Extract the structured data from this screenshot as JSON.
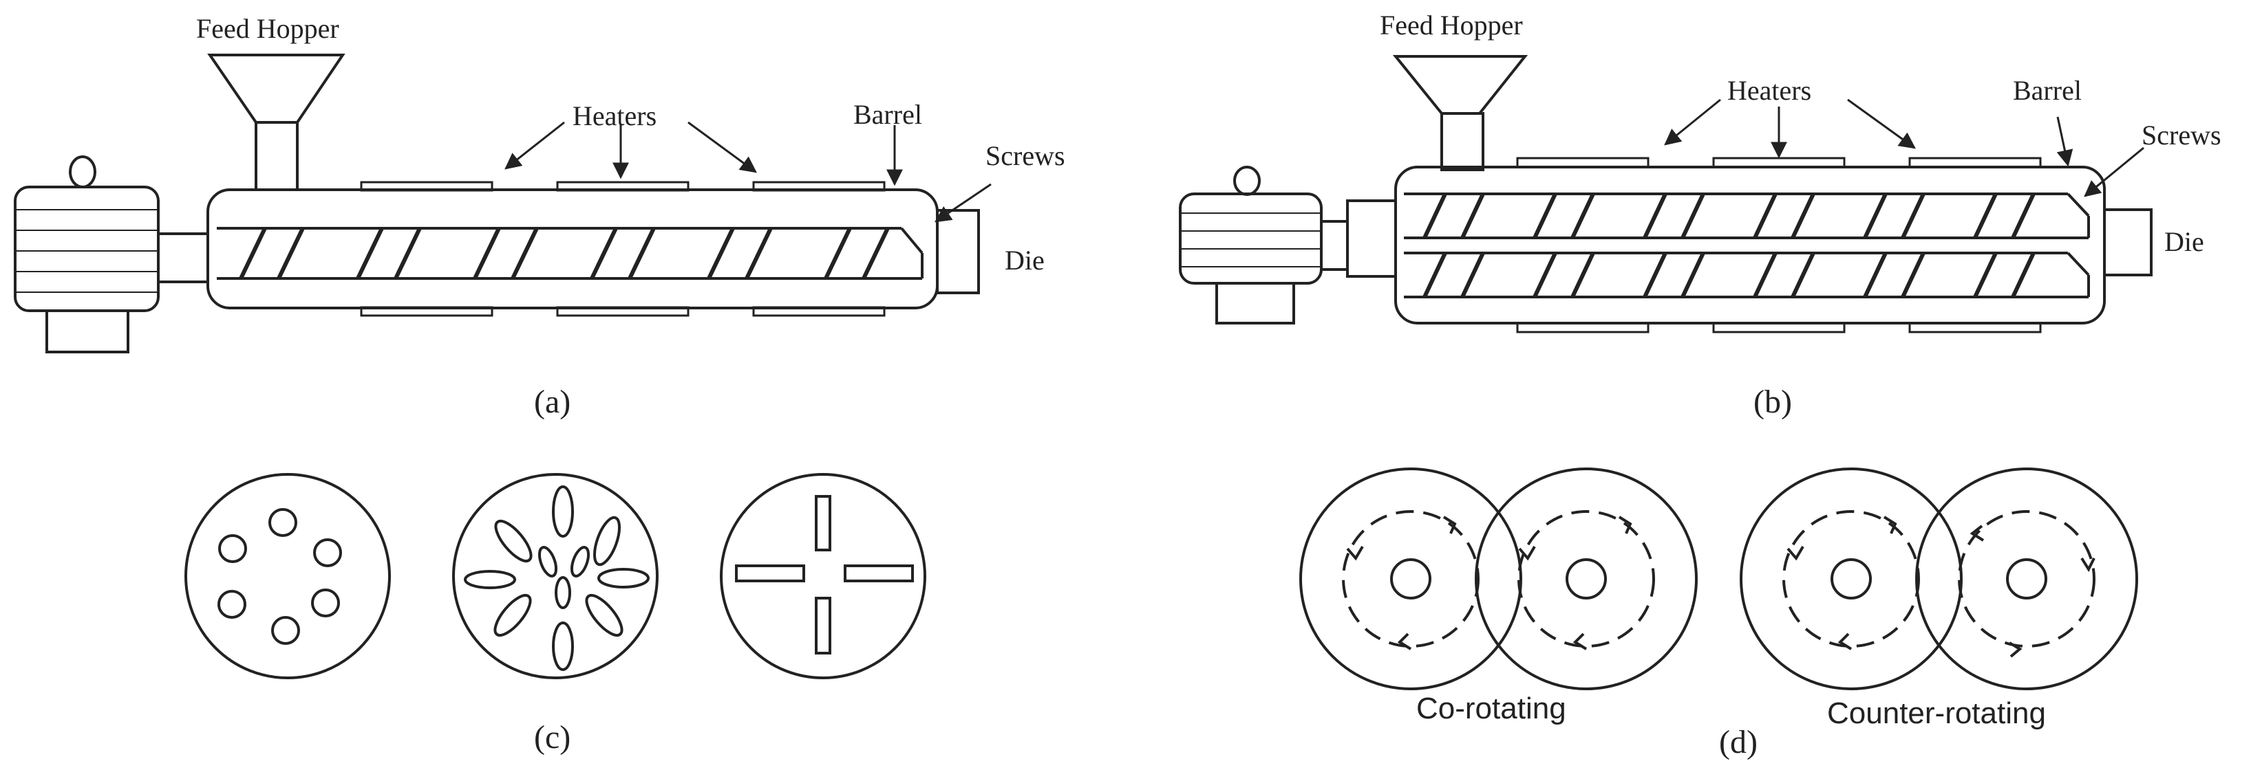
{
  "panel_a": {
    "feed_hopper": "Feed Hopper",
    "heaters": "Heaters",
    "barrel": "Barrel",
    "screws": "Screws",
    "die": "Die",
    "caption": "(a)"
  },
  "panel_b": {
    "feed_hopper": "Feed Hopper",
    "heaters": "Heaters",
    "barrel": "Barrel",
    "screws": "Screws",
    "die": "Die",
    "caption": "(b)"
  },
  "panel_c": {
    "caption": "(c)"
  },
  "panel_d": {
    "co_rotating": "Co-rotating",
    "counter_rotating": "Counter-rotating",
    "caption": "(d)"
  },
  "colors": {
    "line": "#222222",
    "background": "#ffffff"
  }
}
